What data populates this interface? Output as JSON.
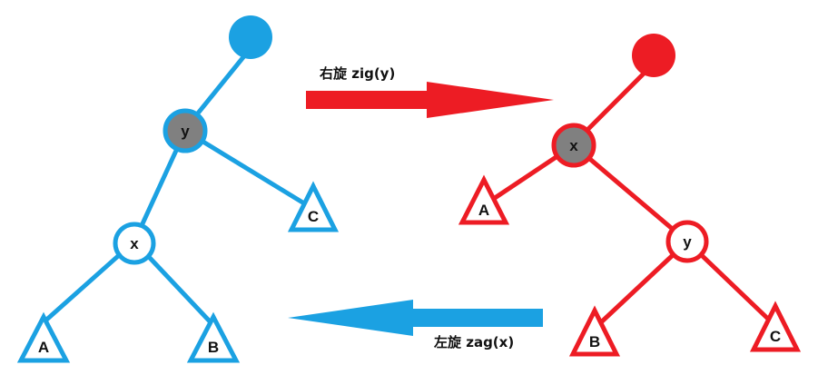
{
  "colors": {
    "blue": "#1ba1e2",
    "red": "#ed1c24",
    "gray_fill": "#808080",
    "white_fill": "#ffffff",
    "text": "#111111"
  },
  "left_tree": {
    "node_y": "y",
    "node_x": "x",
    "subtree_a": "A",
    "subtree_b": "B",
    "subtree_c": "C"
  },
  "right_tree": {
    "node_x": "x",
    "node_y": "y",
    "subtree_a": "A",
    "subtree_b": "B",
    "subtree_c": "C"
  },
  "arrows": {
    "right_rotation_label": "右旋 zig(y)",
    "left_rotation_label": "左旋 zag(x)"
  }
}
